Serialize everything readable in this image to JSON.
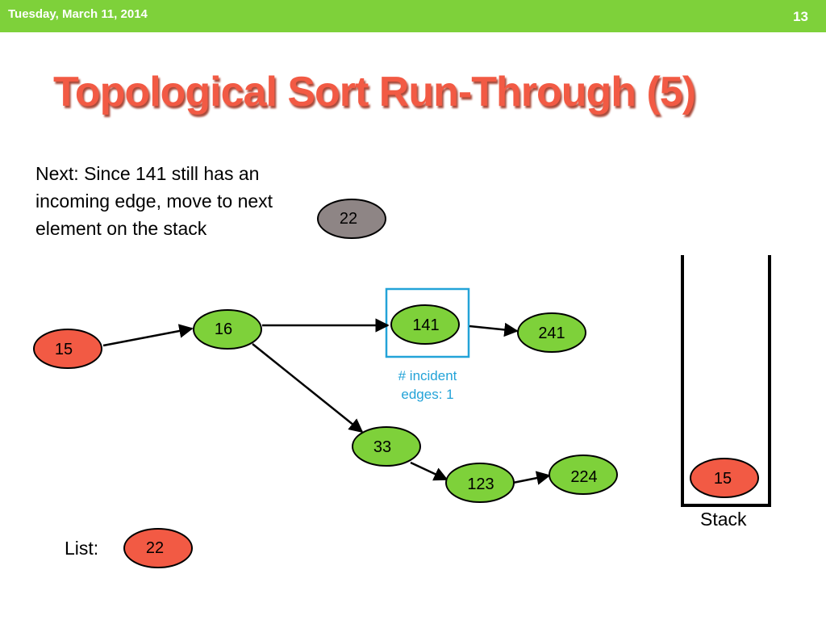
{
  "header": {
    "date": "Tuesday, March 11, 2014",
    "page_number": "13"
  },
  "title": "Topological Sort Run-Through (5)",
  "description": "Next: Since 141 still has an incoming edge, move to next element on the stack",
  "annotation": "# incident edges: 1",
  "list_label": "List:",
  "stack_label": "Stack",
  "colors": {
    "header_bar": "#7ed13a",
    "title": "#f25a44",
    "node_green": "#7ed13a",
    "node_red": "#f25a44",
    "node_gray": "#8e8585",
    "highlight_box": "#23a3d8"
  },
  "nodes": [
    {
      "id": "n15",
      "label": "15",
      "color": "red"
    },
    {
      "id": "n16",
      "label": "16",
      "color": "green"
    },
    {
      "id": "n141",
      "label": "141",
      "color": "green"
    },
    {
      "id": "n241",
      "label": "241",
      "color": "green"
    },
    {
      "id": "n33",
      "label": "33",
      "color": "green"
    },
    {
      "id": "n123",
      "label": "123",
      "color": "green"
    },
    {
      "id": "n224",
      "label": "224",
      "color": "green"
    },
    {
      "id": "n22",
      "label": "22",
      "color": "gray"
    },
    {
      "id": "list22",
      "label": "22",
      "color": "red"
    },
    {
      "id": "stack15",
      "label": "15",
      "color": "red"
    }
  ],
  "edges": [
    {
      "from": "n15",
      "to": "n16"
    },
    {
      "from": "n16",
      "to": "n141"
    },
    {
      "from": "n141",
      "to": "n241"
    },
    {
      "from": "n16",
      "to": "n33"
    },
    {
      "from": "n33",
      "to": "n123"
    },
    {
      "from": "n123",
      "to": "n224"
    }
  ]
}
